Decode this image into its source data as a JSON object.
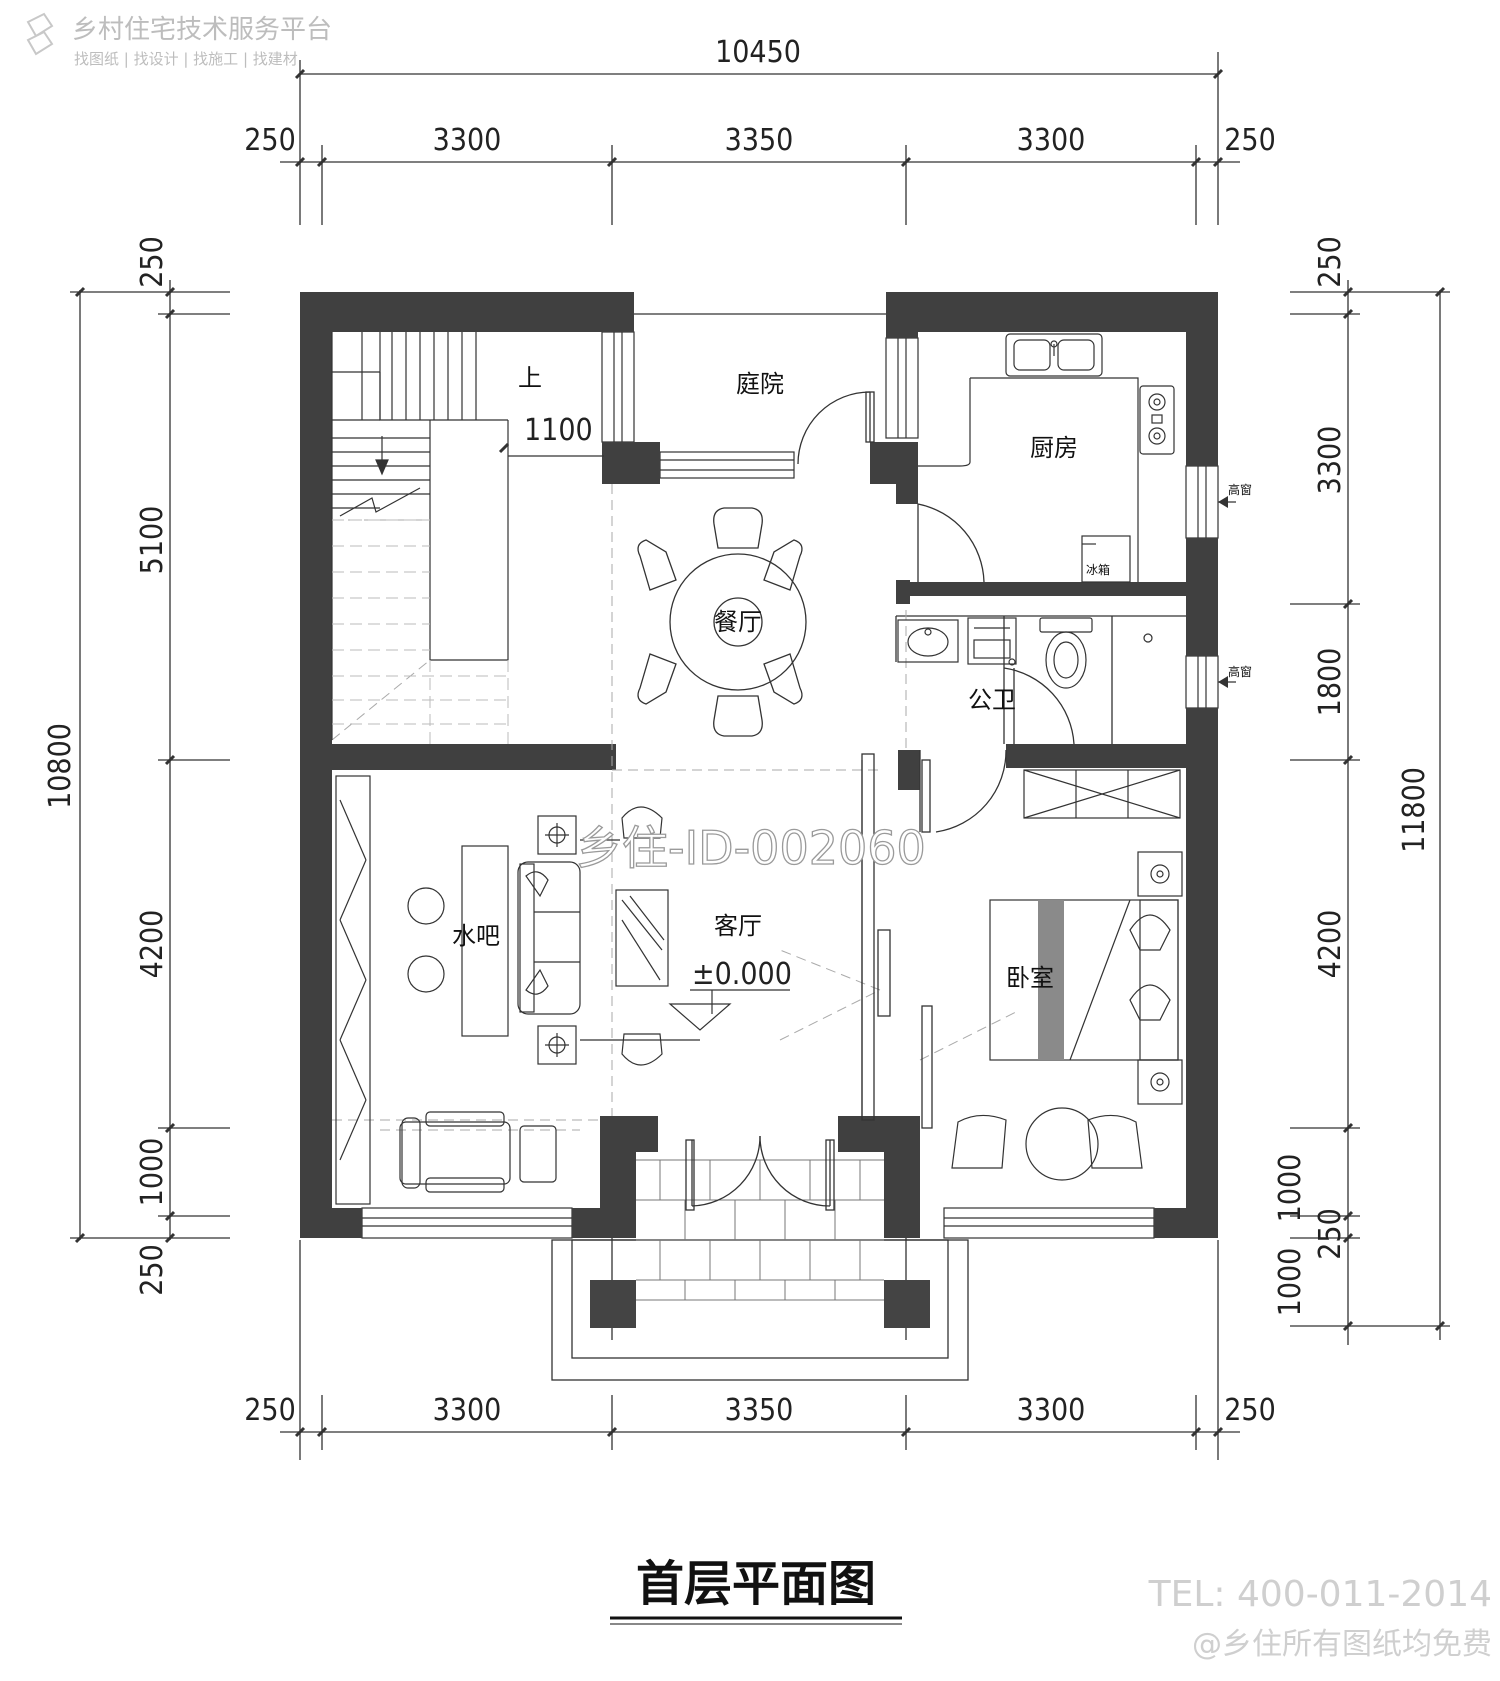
{
  "watermark": {
    "platform": "乡村住宅技术服务平台",
    "services": "找图纸 | 找设计 | 找施工 | 找建材",
    "drawing_id": "乡住-ID-002060"
  },
  "dimensions": {
    "top_total": "10450",
    "top_parts": [
      "250",
      "3300",
      "3350",
      "3300",
      "250"
    ],
    "bottom_parts": [
      "250",
      "3300",
      "3350",
      "3300",
      "250"
    ],
    "left_total": "10800",
    "left_parts": [
      "250",
      "5100",
      "4200",
      "1000",
      "250"
    ],
    "right_total": "11800",
    "right_parts": [
      "250",
      "3300",
      "1800",
      "4200",
      "1000",
      "250",
      "1000"
    ]
  },
  "rooms": {
    "courtyard": "庭院",
    "kitchen": "厨房",
    "dining": "餐厅",
    "bathroom": "公卫",
    "living": "客厅",
    "bar": "水吧",
    "bedroom": "卧室"
  },
  "labels": {
    "stair_up": "上",
    "stair_width": "1100",
    "fridge": "冰箱",
    "high_window_1": "高窗",
    "high_window_2": "高窗",
    "elevation": "±0.000"
  },
  "title": "首层平面图",
  "contact": {
    "tel": "TEL: 400-011-2014",
    "notice": "@乡住所有图纸均免费"
  }
}
